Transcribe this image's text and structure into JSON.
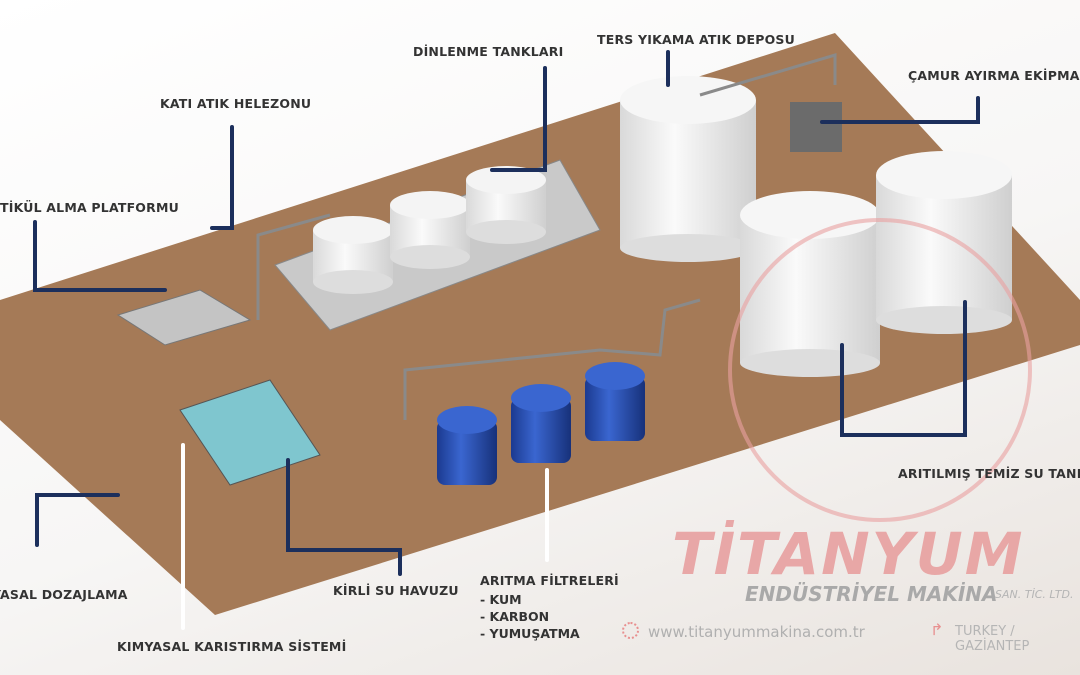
{
  "labels": {
    "kati_atik": "KATI ATIK HELEZONU",
    "platform": "TİKÜL ALMA PLATFORMU",
    "dinlenme": "DİNLENME TANKLARI",
    "ters_yikama": "TERS YIKAMA ATIK DEPOSU",
    "camur": "ÇAMUR AYIRMA EKİPMANI",
    "temiz_su": "ARITILMIŞ TEMİZ SU TANKI",
    "kirli_su": "KİRLİ SU HAVUZU",
    "filtreler": "ARITMA FİLTRELERİ",
    "filtre_items": [
      "- KUM",
      "- KARBON",
      "- YUMUŞATMA"
    ],
    "karistirma": "KIMYASAL KARISTIRMA SİSTEMİ",
    "dozajlama": "YASAL DOZAJLAMA"
  },
  "watermark": {
    "brand": "TİTANYUM",
    "sub": "ENDÜSTRİYEL MAKİNA",
    "sub2": "SAN. TİC. LTD.",
    "website": "www.titanyummakina.com.tr",
    "location": "TURKEY / GAZİANTEP"
  },
  "colors": {
    "leader": "#1c2f5c",
    "floor": "#a57a57",
    "tank_blue": "#2a4fb0",
    "pool": "#7fc6cf"
  }
}
